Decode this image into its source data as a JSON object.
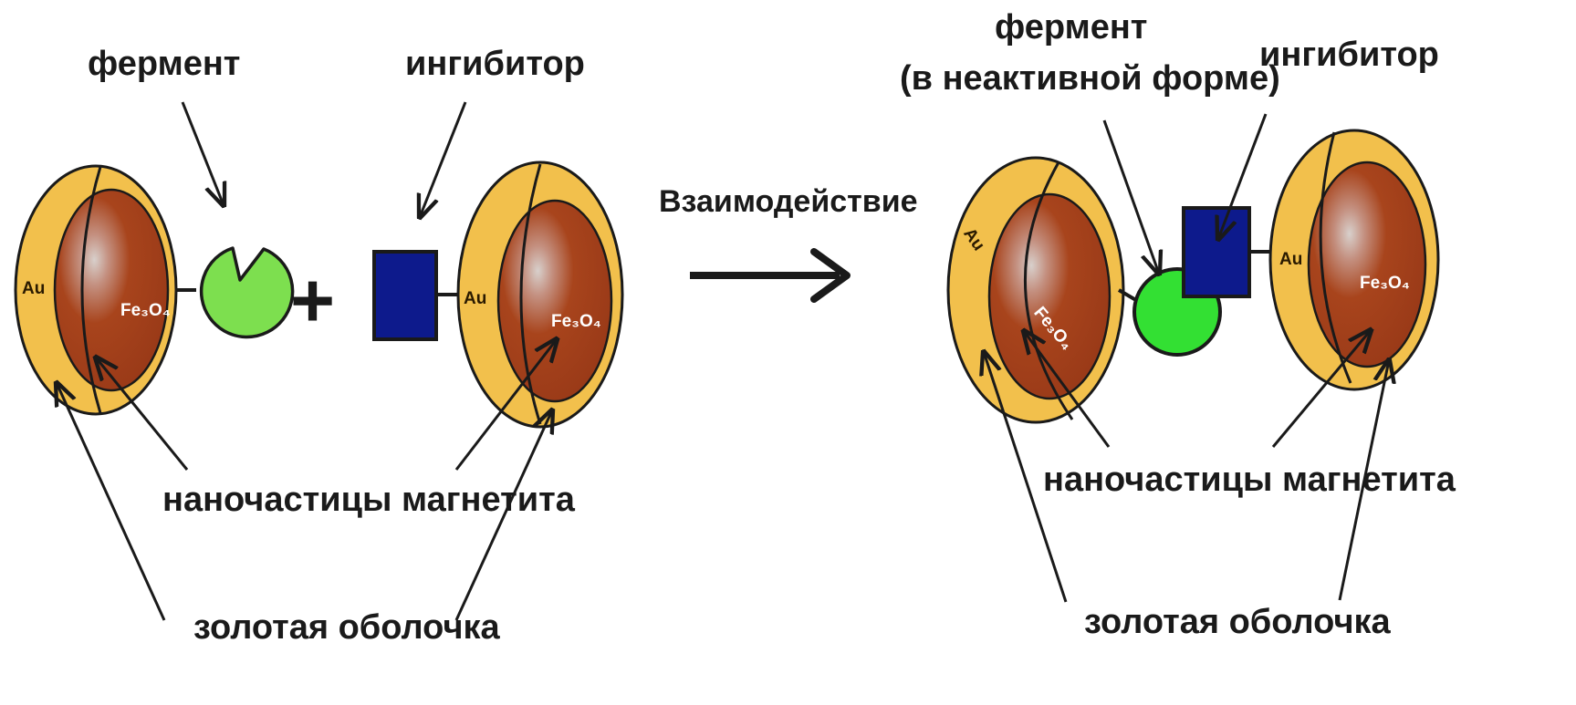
{
  "left": {
    "enzyme_label": "фермент",
    "inhibitor_label": "ингибитор",
    "nanoparticles_label": "наночастицы магнетита",
    "gold_shell_label": "золотая оболочка",
    "particle1": {
      "shell_text": "Au",
      "core_text": "Fe₃O₄"
    },
    "particle2": {
      "shell_text": "Au",
      "core_text": "Fe₃O₄"
    },
    "plus_sign": "+"
  },
  "middle": {
    "interaction_label": "Взаимодействие"
  },
  "right": {
    "enzyme_label_line1": "фермент",
    "enzyme_label_line2": "(в неактивной форме)",
    "inhibitor_label": "ингибитор",
    "nanoparticles_label": "наночастицы магнетита",
    "gold_shell_label": "золотая оболочка",
    "particle1": {
      "shell_text": "Au",
      "core_text": "Fe₃O₄"
    },
    "particle2": {
      "shell_text": "Au",
      "core_text": "Fe₃O₄"
    }
  },
  "colors": {
    "gold_shell": "#f2c04c",
    "magnetite_core": "#a8441c",
    "enzyme": "#7ddf4f",
    "enzyme_inactive": "#33e033",
    "inhibitor": "#0d1a8c",
    "outline": "#1a1a1a"
  }
}
